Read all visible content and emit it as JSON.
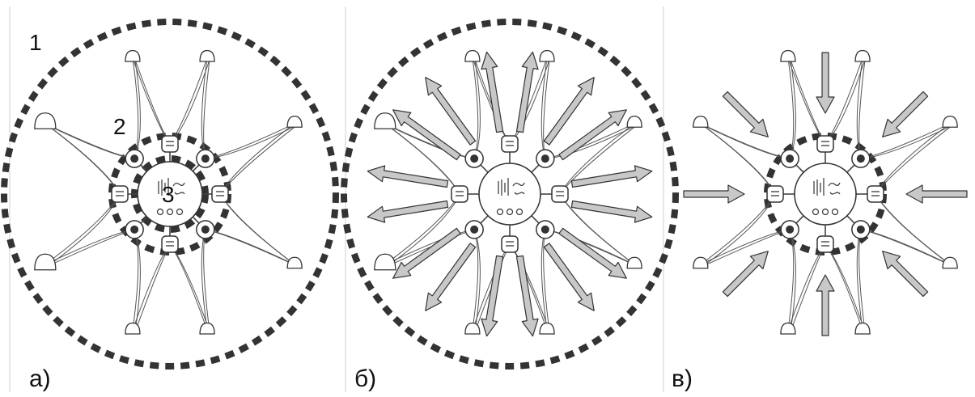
{
  "figure": {
    "panels": [
      {
        "id": "a",
        "label": "а)",
        "mode": "zones",
        "zone_labels": [
          {
            "id": "outer",
            "text": "1"
          },
          {
            "id": "middle",
            "text": "2"
          },
          {
            "id": "inner",
            "text": "3"
          }
        ]
      },
      {
        "id": "b",
        "label": "б)",
        "mode": "expand"
      },
      {
        "id": "c",
        "label": "в)",
        "mode": "contract"
      }
    ],
    "colors": {
      "ring": "#333333",
      "arrow_fill": "#c8c8c8",
      "line": "#444444"
    }
  }
}
